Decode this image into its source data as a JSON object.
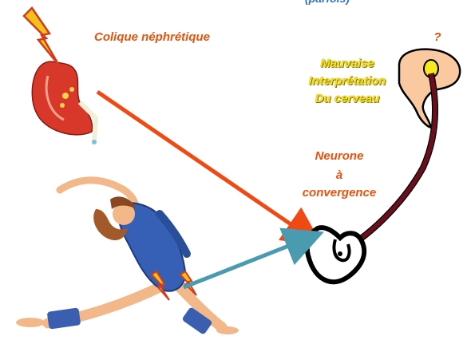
{
  "top_partial": "(parfois)",
  "kidney_label": "Colique néphrétique",
  "question_mark": "?",
  "brain_label": [
    "Mauvaise",
    "Interprétation",
    "Du cerveau"
  ],
  "neuron_label": [
    "Neurone",
    "à",
    "convergence"
  ],
  "colors": {
    "visceral_arrow": "#f04a14",
    "somatic_arrow": "#4a9ab0",
    "ascending_tract": "#6b0f1f",
    "kidney": "#d8382a",
    "pain_bolt": "#f2c21a",
    "brain_label": "#f6e11b",
    "neuron_label": "#e8520c"
  },
  "icons": [
    "lightning-bolt-icon",
    "kidney-icon",
    "brain-icon",
    "spinal-cord-icon",
    "stretching-woman-icon"
  ]
}
